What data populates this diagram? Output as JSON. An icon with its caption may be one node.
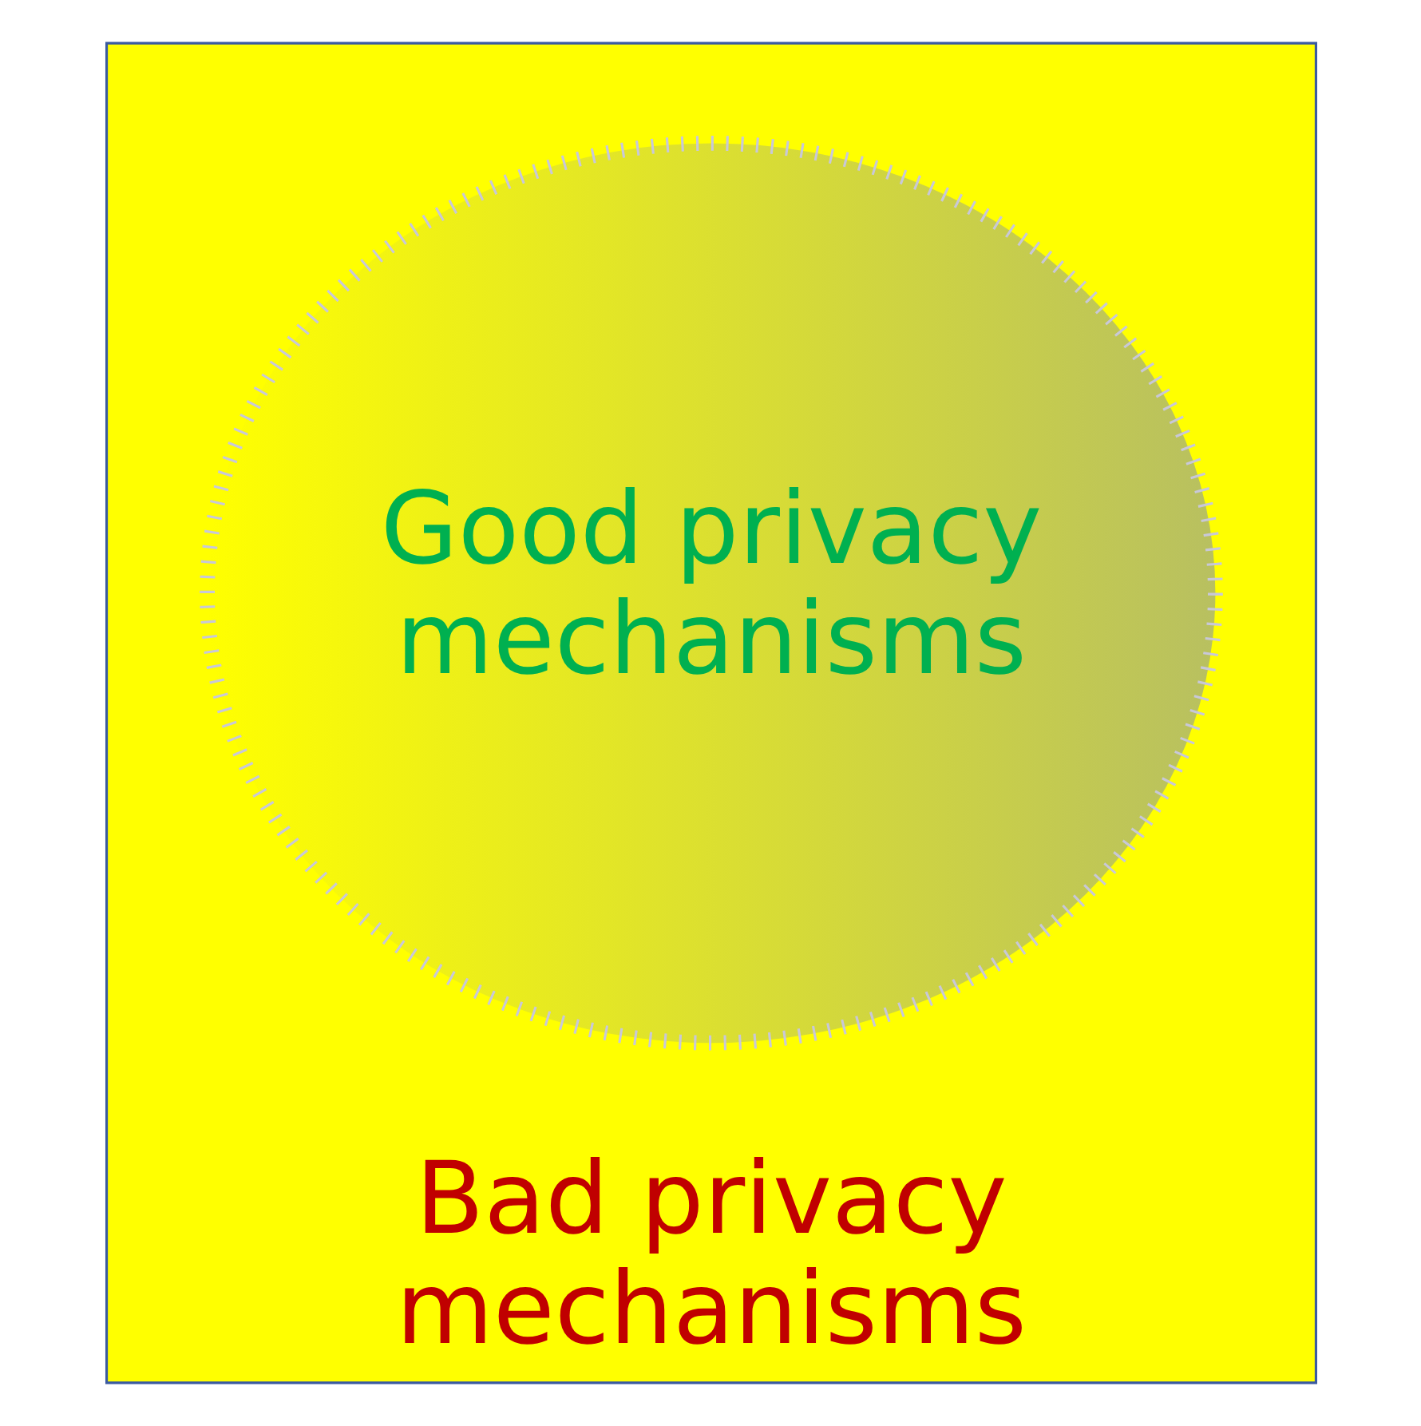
{
  "diagram": {
    "nodes": [
      {
        "text": [
          "Bad privacy mechanisms"
        ]
      },
      {
        "text": [
          "Good privacy mechanisms"
        ],
        "in": 0
      }
    ]
  }
}
